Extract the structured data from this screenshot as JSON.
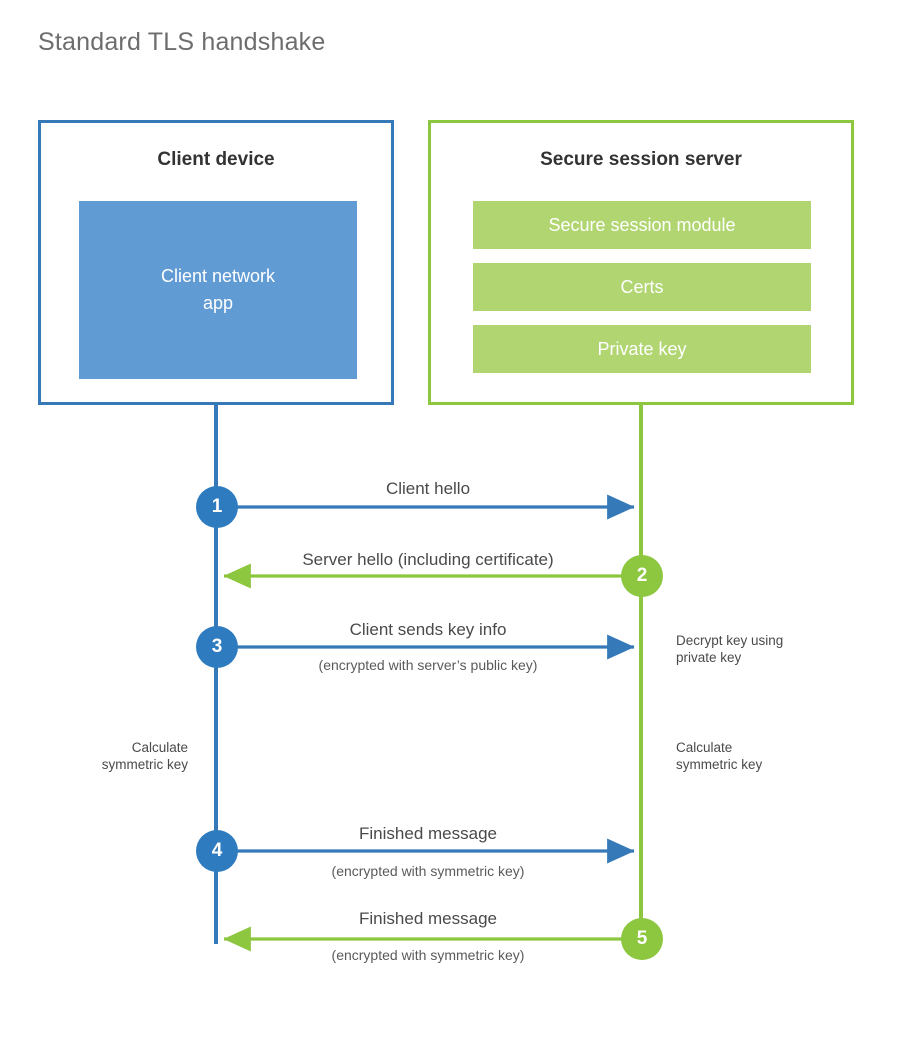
{
  "title": "Standard TLS handshake",
  "colors": {
    "client_border": "#3679b9",
    "client_fill": "#619bd4",
    "client_accent": "#2e7cbf",
    "server_border": "#8dc63f",
    "server_fill": "#b0d571",
    "server_accent": "#8dc63f",
    "title_text": "#6d6d6d",
    "body_text": "#4a4a4a",
    "background": "#ffffff"
  },
  "parties": {
    "client": {
      "title": "Client device",
      "blocks": [
        "Client network\napp"
      ]
    },
    "server": {
      "title": "Secure session server",
      "blocks": [
        "Secure session module",
        "Certs",
        "Private key"
      ]
    }
  },
  "steps": [
    {
      "number": "1",
      "label": "Client hello",
      "sub": "",
      "direction": "client-to-server",
      "side": "client"
    },
    {
      "number": "2",
      "label": "Server hello (including certificate)",
      "sub": "",
      "direction": "server-to-client",
      "side": "server"
    },
    {
      "number": "3",
      "label": "Client sends key info",
      "sub": "(encrypted with server’s public key)",
      "direction": "client-to-server",
      "side": "client"
    },
    {
      "number": "4",
      "label": "Finished message",
      "sub": "(encrypted with symmetric key)",
      "direction": "client-to-server",
      "side": "client"
    },
    {
      "number": "5",
      "label": "Finished message",
      "sub": "(encrypted with symmetric key)",
      "direction": "server-to-client",
      "side": "server"
    }
  ],
  "annotations": {
    "decrypt_key": "Decrypt key using\nprivate key",
    "calculate_symmetric_key_client": "Calculate\nsymmetric key",
    "calculate_symmetric_key_server": "Calculate\nsymmetric key"
  }
}
